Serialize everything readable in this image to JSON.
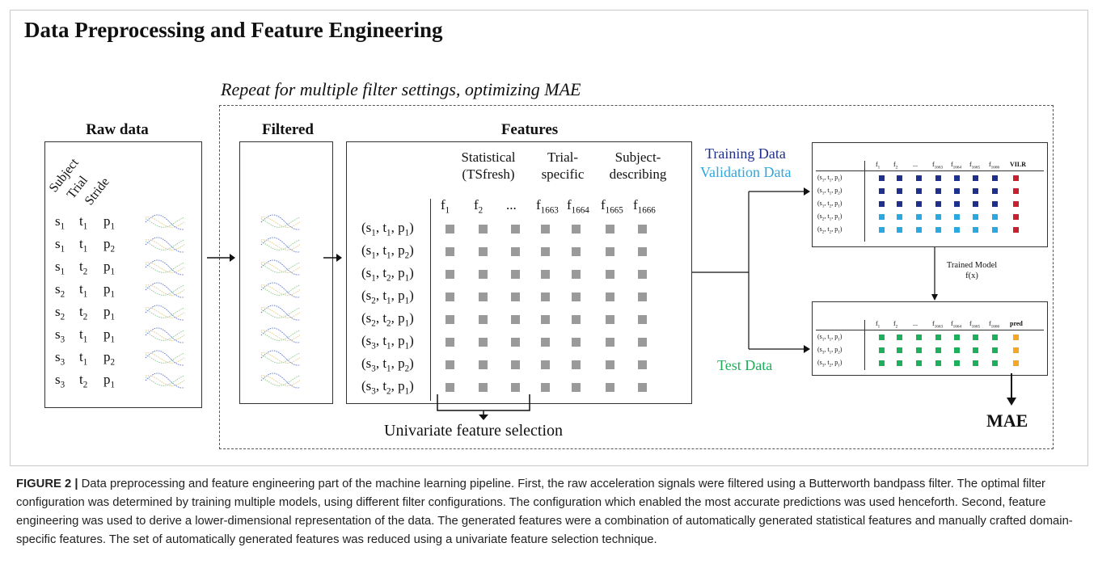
{
  "title": "Data Preprocessing and Feature Engineering",
  "repeat_note": "Repeat for multiple filter settings, optimizing MAE",
  "raw": {
    "heading": "Raw data",
    "column_headers": [
      "Subject",
      "Trial",
      "Stride"
    ],
    "rows": [
      [
        "s1",
        "t1",
        "p1"
      ],
      [
        "s1",
        "t1",
        "p2"
      ],
      [
        "s1",
        "t2",
        "p1"
      ],
      [
        "s2",
        "t1",
        "p1"
      ],
      [
        "s2",
        "t2",
        "p1"
      ],
      [
        "s3",
        "t1",
        "p1"
      ],
      [
        "s3",
        "t1",
        "p2"
      ],
      [
        "s3",
        "t2",
        "p1"
      ]
    ]
  },
  "filtered": {
    "heading": "Filtered"
  },
  "features": {
    "heading": "Features",
    "groups": [
      "Statistical (TSfresh)",
      "Trial-specific",
      "Subject-describing"
    ],
    "columns": [
      "f1",
      "f2",
      "...",
      "f1663",
      "f1664",
      "f1665",
      "f1666"
    ],
    "rows": [
      "(s1, t1, p1)",
      "(s1, t1, p2)",
      "(s1, t2, p1)",
      "(s2, t1, p1)",
      "(s2, t2, p1)",
      "(s3, t1, p1)",
      "(s3, t1, p2)",
      "(s3, t2, p1)"
    ],
    "selection_label": "Univariate feature selection"
  },
  "training": {
    "label_training": "Training Data",
    "label_validation": "Validation Data",
    "columns": [
      "f1",
      "f2",
      "...",
      "f1663",
      "f1664",
      "f1665",
      "f1666",
      "VILR"
    ],
    "rows": [
      "(s1, t1, p1)",
      "(s1, t1, p2)",
      "(s1, t2, p1)",
      "(s2, t1, p1)",
      "(s2, t2, p1)"
    ],
    "colors": {
      "training": "#1f2f8c",
      "validation": "#2ba8e0",
      "target": "#c8202f"
    }
  },
  "model_label": [
    "Trained Model",
    "f(x)"
  ],
  "test": {
    "label": "Test Data",
    "columns": [
      "f1",
      "f2",
      "...",
      "f1663",
      "f1664",
      "f1665",
      "f1666",
      "pred"
    ],
    "rows": [
      "(s1, t1, p1)",
      "(s3, t1, p2)",
      "(s3, t2, p1)"
    ],
    "colors": {
      "test": "#1fae5b",
      "pred": "#f5a623"
    }
  },
  "metric": "MAE",
  "caption": {
    "label": "FIGURE 2 |",
    "text": "Data preprocessing and feature engineering part of the machine learning pipeline. First, the raw acceleration signals were filtered using a Butterworth bandpass filter. The optimal filter configuration was determined by training multiple models, using different filter configurations. The configuration which enabled the most accurate predictions was used henceforth. Second, feature engineering was used to derive a lower-dimensional representation of the data. The generated features were a combination of automatically generated statistical features and manually crafted domain-specific features. The set of automatically generated features was reduced using a univariate feature selection technique."
  }
}
